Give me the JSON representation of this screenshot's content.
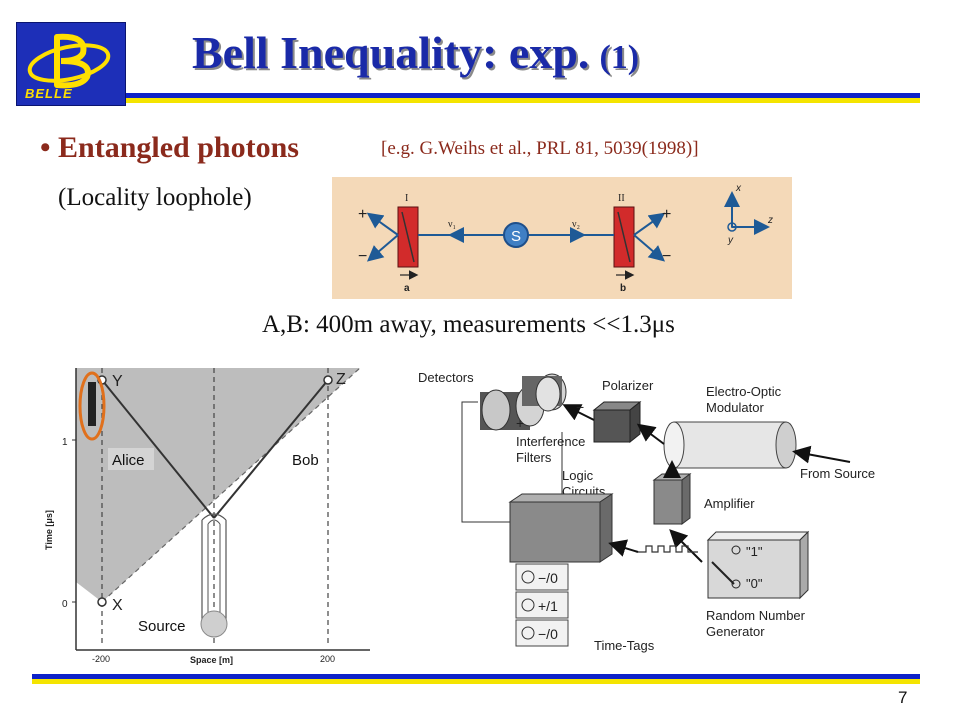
{
  "logo": {
    "text": "BELLE",
    "colors": {
      "bg": "#1d2fb8",
      "fg": "#ffe000"
    }
  },
  "title": {
    "main": "Bell Inequality: exp.",
    "sub": "(1)"
  },
  "bullet": {
    "marker": "•",
    "text": "Entangled photons"
  },
  "reference": "[e.g. G.Weihs et al., PRL 81, 5039(1998)]",
  "loophole": "(Locality loophole)",
  "measurement_note": "A,B: 400m away, measurements  <<1.3μs",
  "setup_diagram": {
    "roman_left": "I",
    "roman_right": "II",
    "plus": "+",
    "minus": "−",
    "nu_left": "ν₁",
    "nu_right": "ν₂",
    "source": "S",
    "a": "a",
    "b": "b",
    "axis_x": "x",
    "axis_y": "y",
    "axis_z": "z"
  },
  "spacetime": {
    "event_y": "Y",
    "event_z": "Z",
    "event_x": "X",
    "alice": "Alice",
    "bob": "Bob",
    "source": "Source",
    "ylabel": "Time [μs]",
    "xlabel": "Space [m]",
    "yticks": [
      "1",
      "0"
    ],
    "xticks": [
      "-200",
      "200"
    ]
  },
  "apparatus": {
    "detectors": "Detectors",
    "polarizer": "Polarizer",
    "modulator_1": "Electro-Optic",
    "modulator_2": "Modulator",
    "from_source": "From Source",
    "filters_1": "Interference",
    "filters_2": "Filters",
    "logic_1": "Logic",
    "logic_2": "Circuits",
    "amplifier": "Amplifier",
    "rng_1": "Random Number",
    "rng_2": "Generator",
    "rng_one": "\"1\"",
    "rng_zero": "\"0\"",
    "time_tags": "Time-Tags",
    "tags": [
      "−/0",
      "+/1",
      "−/0"
    ],
    "plus": "+",
    "minus": "−"
  },
  "page_number": "7",
  "colors": {
    "title": "#1a2aa8",
    "accent": "#8b2a1c",
    "rule_blue": "#0e22c8",
    "rule_yellow": "#f4e400"
  }
}
